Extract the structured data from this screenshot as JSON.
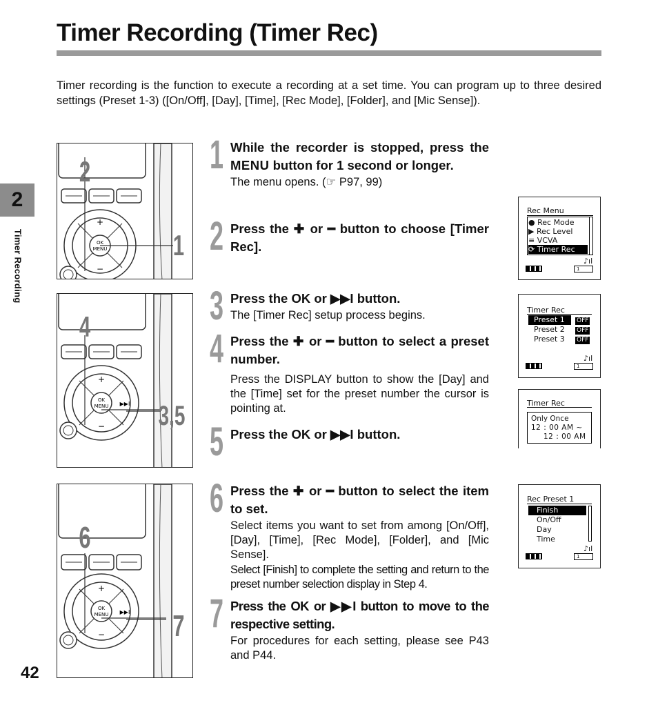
{
  "page": {
    "title": "Timer Recording (Timer Rec)",
    "intro": "Timer recording is the function to execute a recording at a set time. You can program up to three desired settings (Preset 1-3) ([On/Off], [Day], [Time], [Rec Mode], [Folder], and [Mic Sense]).",
    "chapter_number": "2",
    "chapter_label": "Timer Recording",
    "page_number": "42"
  },
  "callouts": {
    "photo1": [
      "2",
      "1"
    ],
    "photo2": [
      "4",
      "3,5"
    ],
    "photo3": [
      "6",
      "7"
    ]
  },
  "device": {
    "ok_label": "OK",
    "menu_label": "MENU"
  },
  "steps": [
    {
      "num": "1",
      "head_a": "While the recorder is stopped, press the ",
      "head_key": "MENU",
      "head_b": " button for 1 second or longer.",
      "body_a": "The menu opens. (",
      "body_ref_icon": "☞",
      "body_b": " P97, 99)"
    },
    {
      "num": "2",
      "head_a": "Press the ",
      "head_plus": "✚",
      "head_mid": " or ",
      "head_minus": "━",
      "head_b": " button to choose [Timer Rec]."
    },
    {
      "num": "3",
      "head_a": "Press the ",
      "head_ok": "OK",
      "head_mid": " or ",
      "head_ff": "▶▶I",
      "head_b": " button.",
      "body": "The [Timer Rec] setup process begins."
    },
    {
      "num": "4",
      "head_a": "Press the ",
      "head_plus": "✚",
      "head_mid": " or ",
      "head_minus": "━",
      "head_b": " button to select a preset number.",
      "body": "Press the DISPLAY button to show the [Day] and the [Time] set for the preset number the cursor is pointing at."
    },
    {
      "num": "5",
      "head_a": "Press the ",
      "head_ok": "OK",
      "head_mid": " or ",
      "head_ff": "▶▶I",
      "head_b": " button."
    },
    {
      "num": "6",
      "head_a": "Press the ",
      "head_plus": "✚",
      "head_mid": " or ",
      "head_minus": "━",
      "head_b": " button to select the item to set.",
      "body": "Select items you want to set from among [On/Off], [Day], [Time], [Rec Mode], [Folder], and [Mic Sense].",
      "body2": "Select [Finish] to complete the setting and return to the preset number selection display in Step 4."
    },
    {
      "num": "7",
      "head_a": "Press the ",
      "head_ok": "OK",
      "head_mid": " or ",
      "head_ff": "▶▶I",
      "head_b": " button to move to the respective setting.",
      "body": "For procedures for each setting, please see P43 and P44."
    }
  ],
  "screens": {
    "rec_menu": {
      "title": "Rec Menu",
      "items": [
        "Rec Mode",
        "Rec Level",
        "VCVA",
        "Timer Rec"
      ],
      "selected_index": 3
    },
    "timer_rec": {
      "title": "Timer Rec",
      "rows": [
        {
          "label": "Preset 1",
          "state": "OFF"
        },
        {
          "label": "Preset 2",
          "state": "OFF"
        },
        {
          "label": "Preset 3",
          "state": "OFF"
        }
      ],
      "selected_index": 0
    },
    "timer_rec_detail": {
      "title": "Timer Rec",
      "line1": "Only Once",
      "line2": "12 : 00 AM ~",
      "line3": "12 : 00 AM"
    },
    "rec_preset": {
      "title": "Rec Preset  1",
      "items": [
        "Finish",
        "On/Off",
        "Day",
        "Time"
      ],
      "selected_index": 0
    },
    "status_counter": "1"
  },
  "colors": {
    "accent_gray": "#9a9a9a",
    "tab_gray": "#8c8c8c",
    "text": "#111111"
  }
}
